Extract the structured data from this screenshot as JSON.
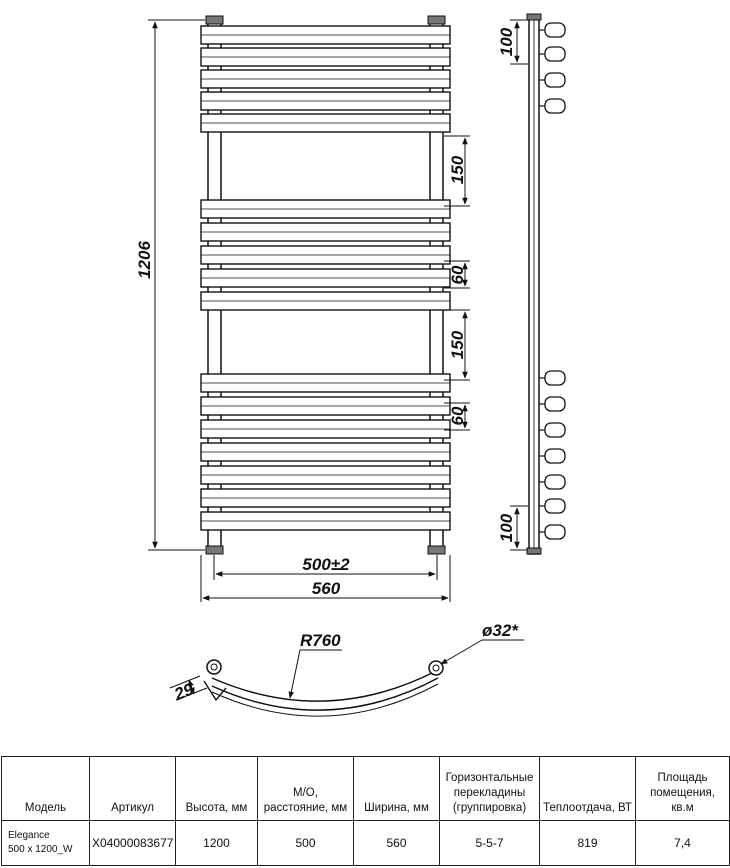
{
  "dimensions": {
    "total_height": "1206",
    "spacing_top": "100",
    "spacing_gap_1": "150",
    "spacing_small_1": "60",
    "spacing_gap_2": "150",
    "spacing_small_2": "60",
    "spacing_bottom": "100",
    "center_distance": "500±2",
    "total_width": "560",
    "radius": "R760",
    "pipe_diameter": "ø32*",
    "offset": "29"
  },
  "table": {
    "headers": [
      "Модель",
      "Артикул",
      "Высота, мм",
      "М/О, расстояние, мм",
      "Ширина, мм",
      "Горизонтальные перекладины (группировка)",
      "Теплоотдача, ВТ",
      "Площадь помещения, кв.м"
    ],
    "row": {
      "model_line1": "Elegance",
      "model_line2": "500 x 1200_W",
      "article": "X04000083677",
      "height": "1200",
      "center_distance": "500",
      "width": "560",
      "bars": "5-5-7",
      "heat_output": "819",
      "area": "7,4"
    }
  }
}
